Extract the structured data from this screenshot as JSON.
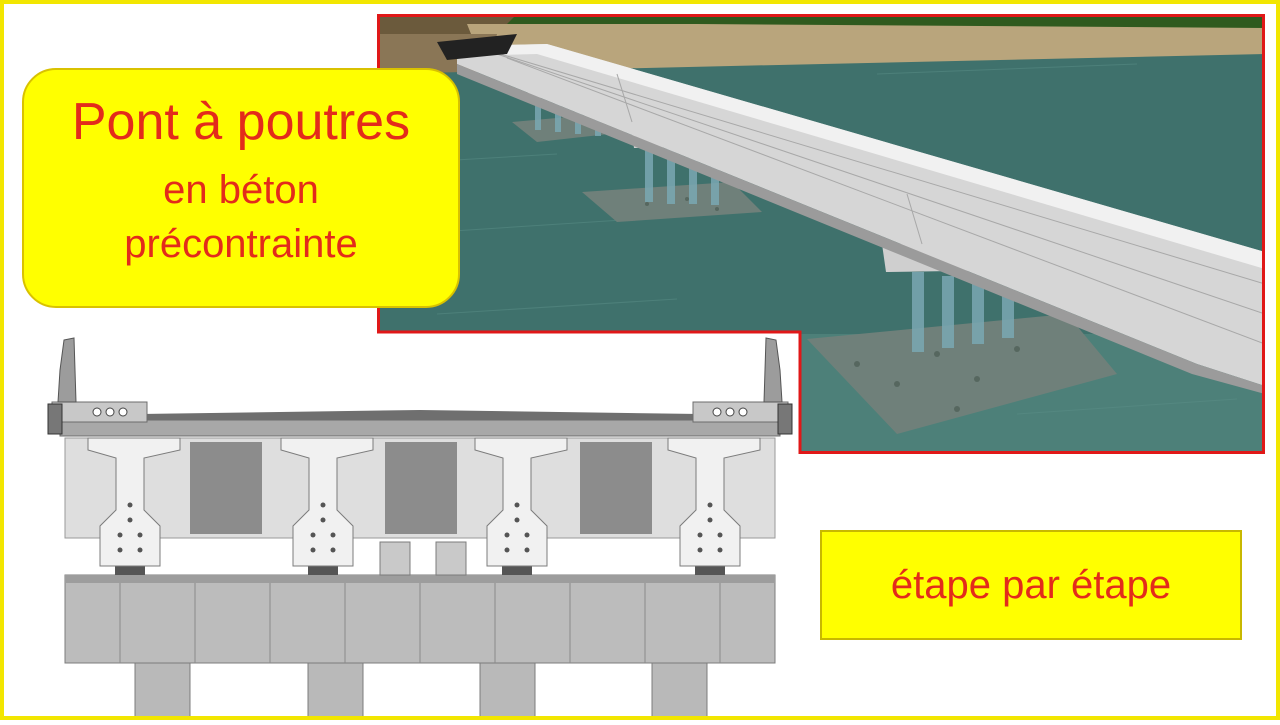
{
  "title": {
    "main": "Pont à poutres",
    "line2": "en béton",
    "line3": "précontrainte"
  },
  "step_label": "étape par étape",
  "colors": {
    "frame": "#f2e600",
    "title_background": "#ffff00",
    "title_text": "#e32b1b",
    "render_border": "#e01818",
    "water": "#3f716c",
    "grass": "#2f5a1e",
    "concrete": "#e8e8e8",
    "concrete_dark": "#8a8a8a",
    "pier": "#cfcfcf"
  },
  "illustrations": {
    "top_right": "bridge-3d-render",
    "bottom_left": "bridge-cross-section"
  }
}
